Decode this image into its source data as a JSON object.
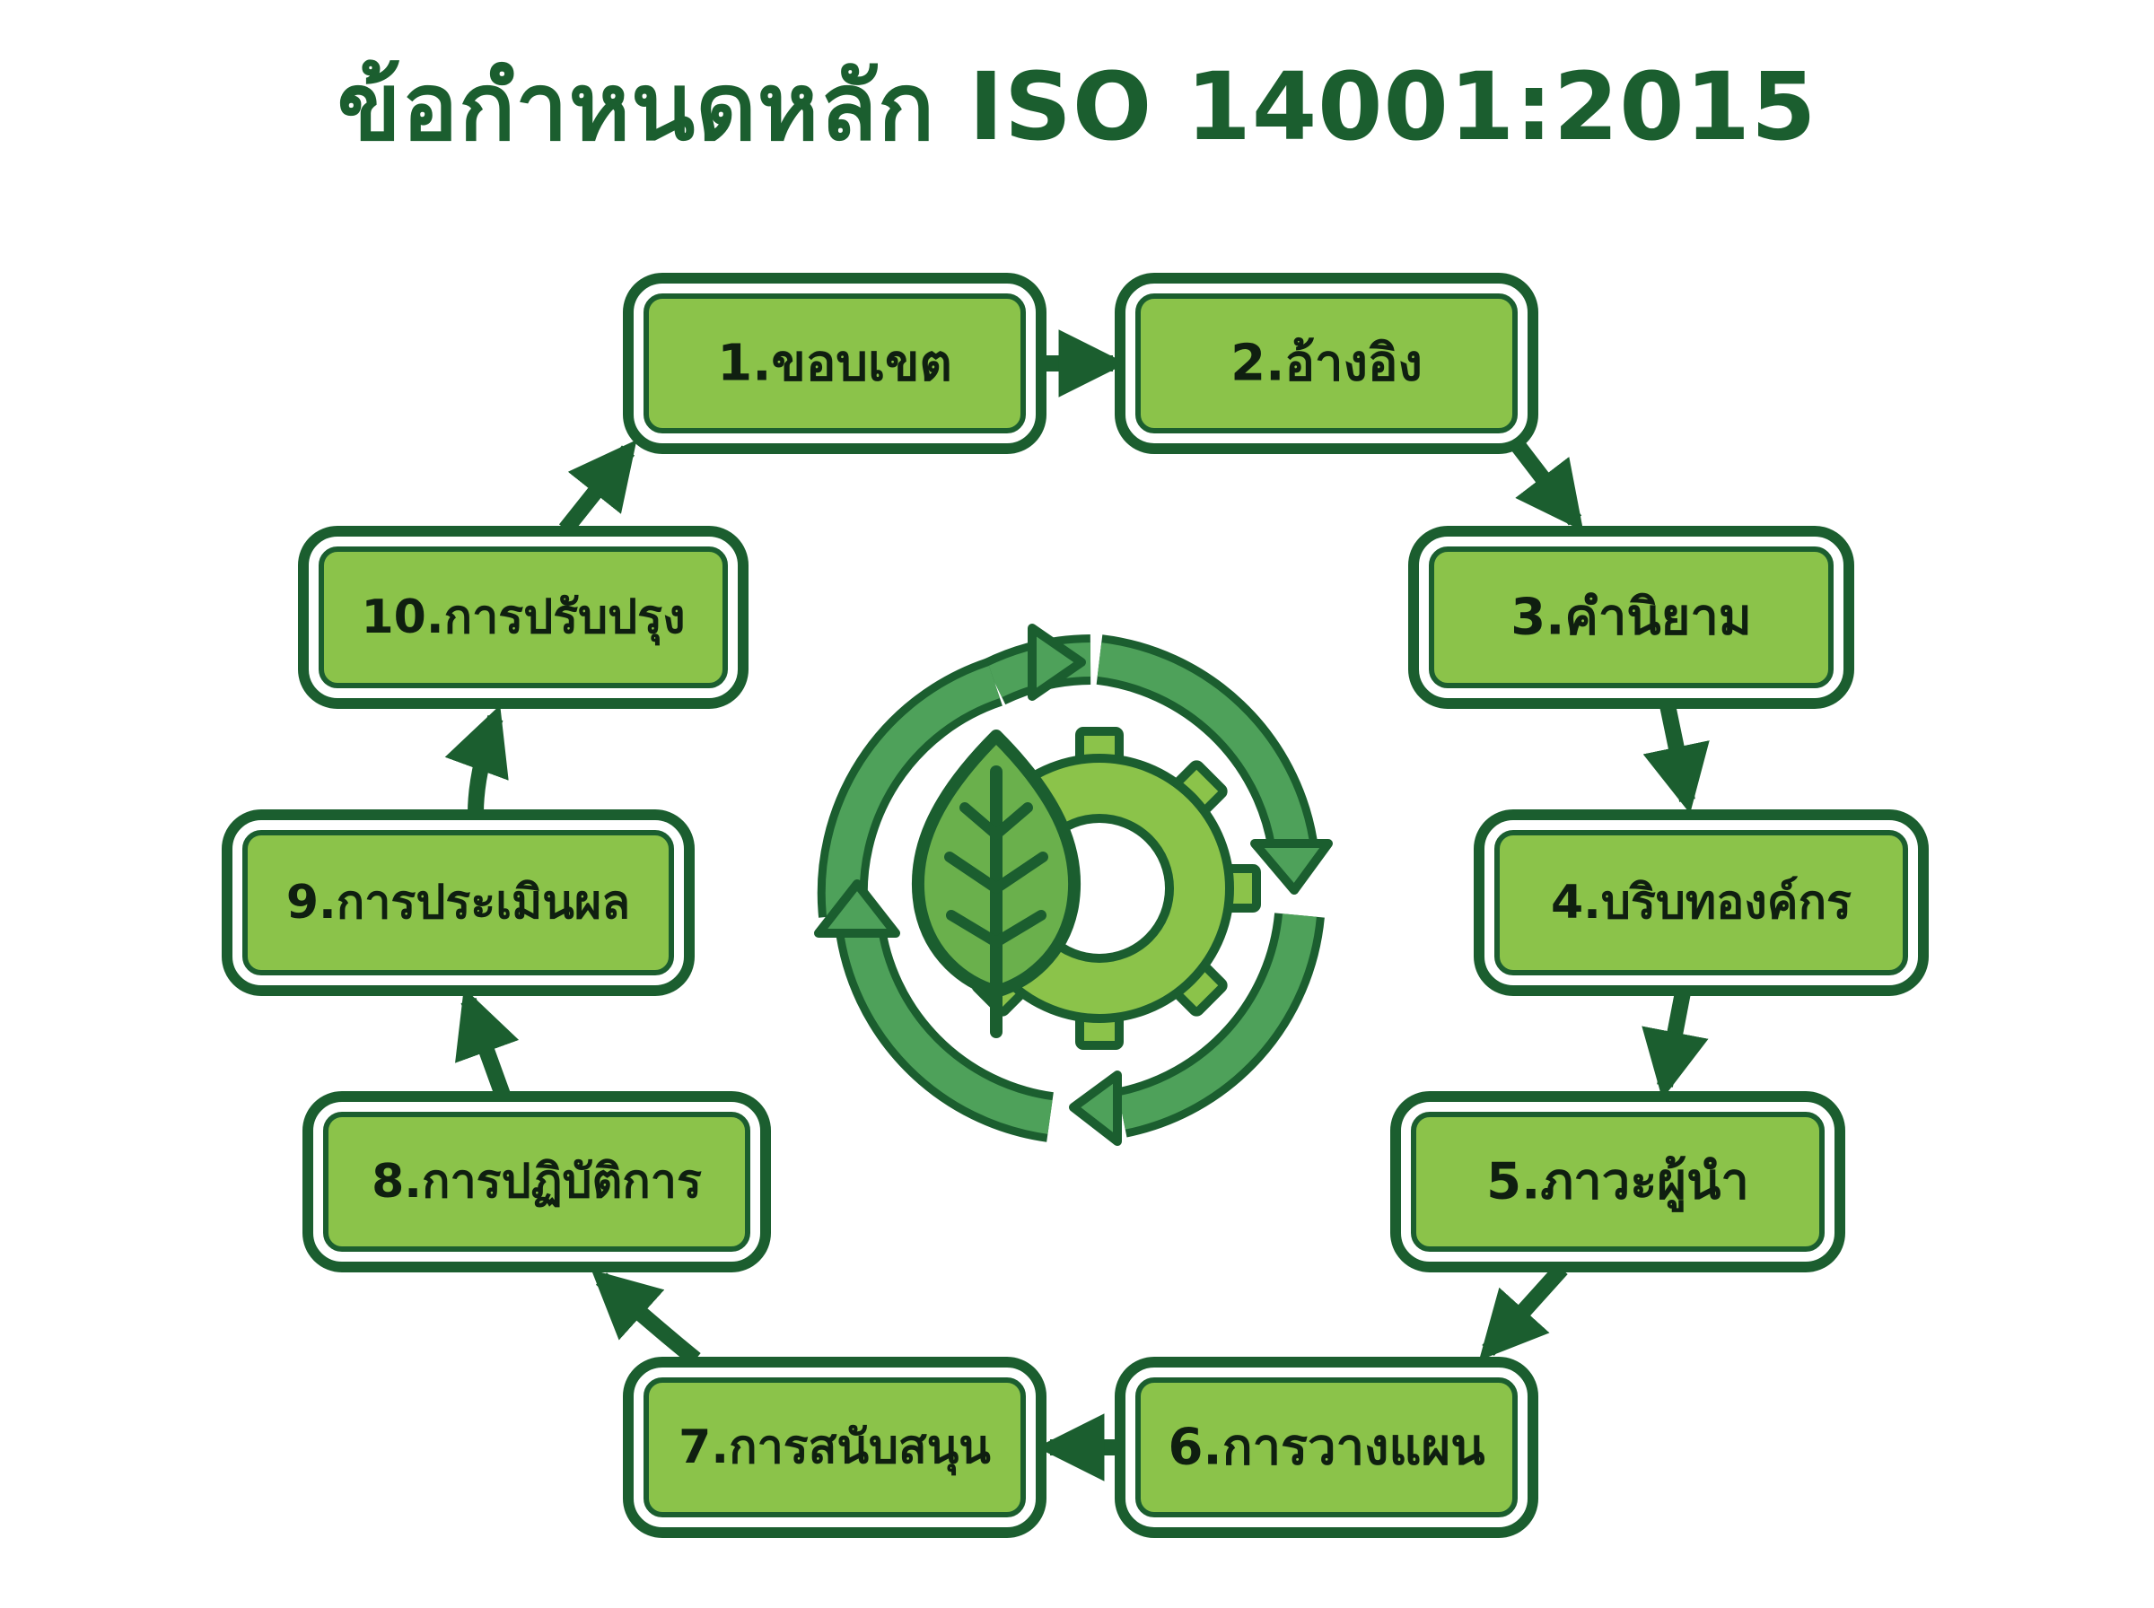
{
  "title": "ข้อกำหนดหลัก ISO 14001:2015",
  "colors": {
    "dark_green": "#1b5e2f",
    "box_green": "#8bc34a",
    "light_green": "#a5d26b",
    "text": "#0f1f10"
  },
  "center_icon": "leaf-gear-recycle-icon",
  "steps": [
    {
      "label": "1.ขอบเขต"
    },
    {
      "label": "2.อ้างอิง"
    },
    {
      "label": "3.คำนิยาม"
    },
    {
      "label": "4.บริบทองค์กร"
    },
    {
      "label": "5.ภาวะผู้นำ"
    },
    {
      "label": "6.การวางแผน"
    },
    {
      "label": "7.การสนับสนุน"
    },
    {
      "label": "8.การปฏิบัติการ"
    },
    {
      "label": "9.การประเมินผล"
    },
    {
      "label": "10.การปรับปรุง"
    }
  ]
}
